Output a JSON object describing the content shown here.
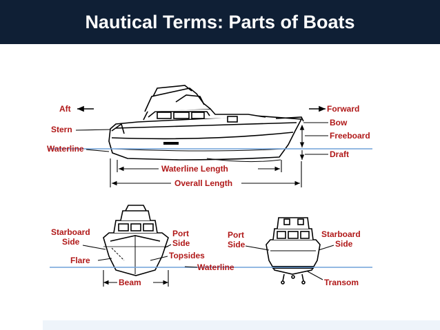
{
  "title": "Nautical Terms: Parts of Boats",
  "colors": {
    "header_bg": "#0f1f35",
    "label": "#b01818",
    "waterline": "#6fa0d8",
    "outline": "#000000"
  },
  "side_view": {
    "aft": "Aft",
    "forward": "Forward",
    "stern": "Stern",
    "bow": "Bow",
    "freeboard": "Freeboard",
    "waterline": "Waterline",
    "draft": "Draft",
    "waterline_length": "Waterline Length",
    "overall_length": "Overall Length"
  },
  "bow_view": {
    "starboard_side_1": "Starboard",
    "starboard_side_2": "Side",
    "port_side_1": "Port",
    "port_side_2": "Side",
    "flare": "Flare",
    "topsides": "Topsides",
    "beam": "Beam",
    "waterline": "Waterline"
  },
  "stern_view": {
    "port_side_1": "Port",
    "port_side_2": "Side",
    "starboard_side_1": "Starboard",
    "starboard_side_2": "Side",
    "transom": "Transom"
  }
}
